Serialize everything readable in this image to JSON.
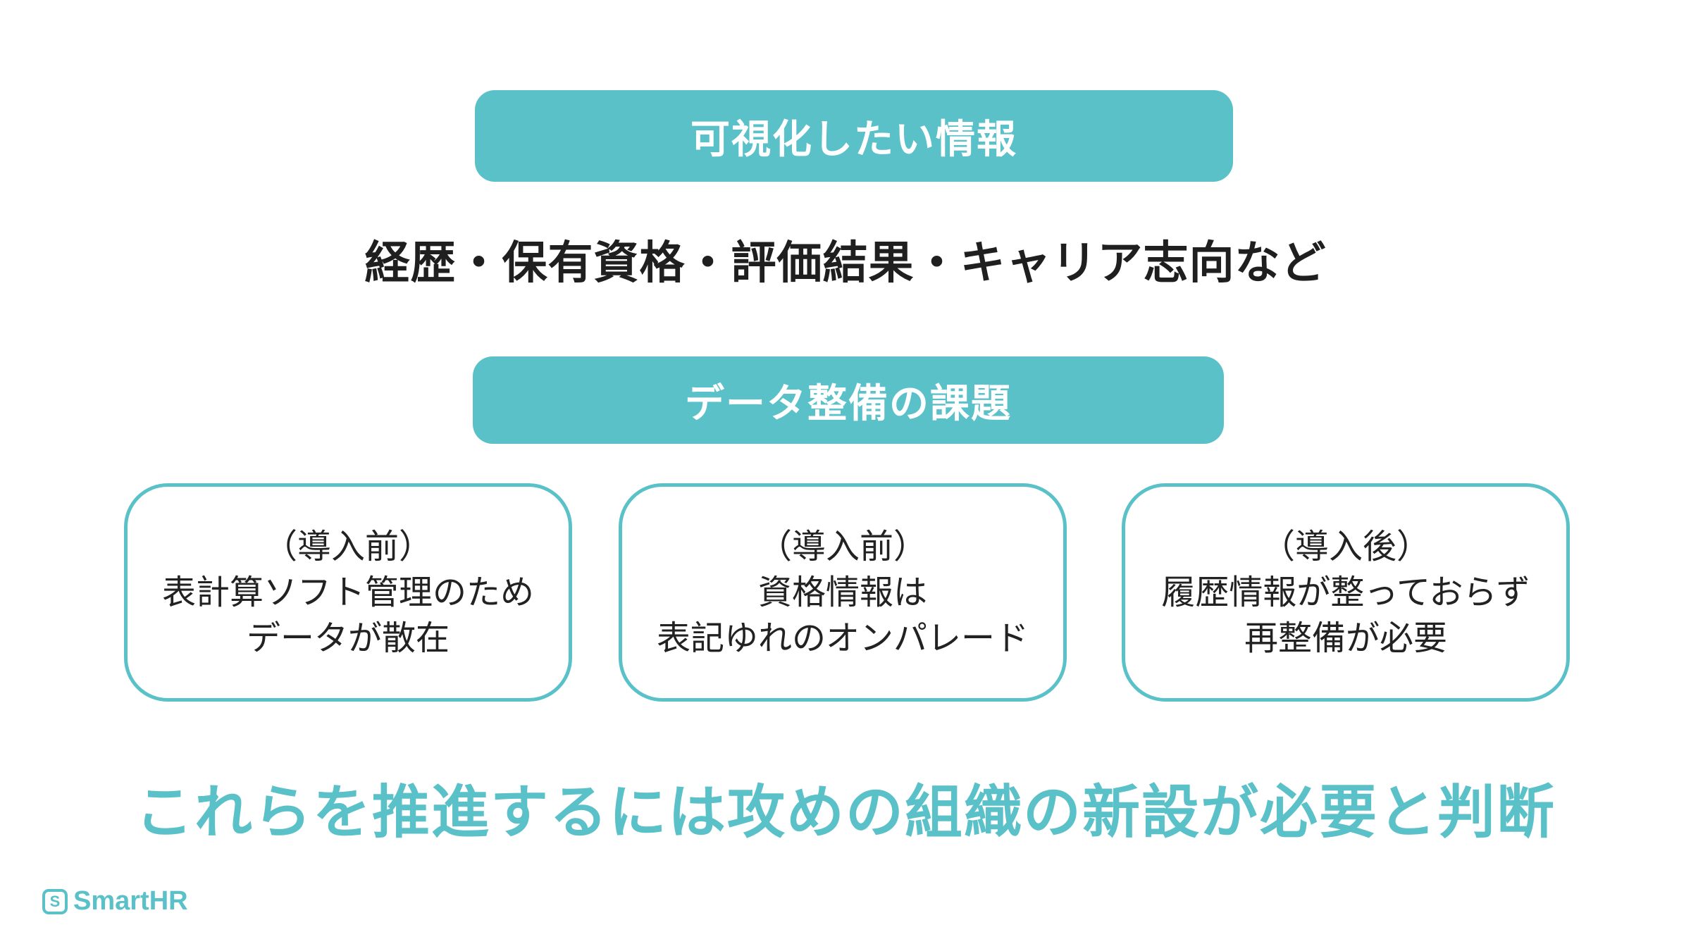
{
  "banners": {
    "visualize": "可視化したい情報",
    "issues": "データ整備の課題"
  },
  "info_line": "経歴・保有資格・評価結果・キャリア志向など",
  "cards": [
    {
      "lines": [
        "（導入前）",
        "表計算ソフト管理のため",
        "データが散在"
      ]
    },
    {
      "lines": [
        "（導入前）",
        "資格情報は",
        "表記ゆれのオンパレード"
      ]
    },
    {
      "lines": [
        "（導入後）",
        "履歴情報が整っておらず",
        "再整備が必要"
      ]
    }
  ],
  "conclusion": "これらを推進するには攻めの組織の新設が必要と判断",
  "logo": {
    "mark": "S",
    "text": "SmartHR",
    "icon": "smarthr-logo-icon",
    "color": "#5bc1c9"
  },
  "colors": {
    "accent": "#5bc1c9",
    "text": "#1f1f1f"
  }
}
